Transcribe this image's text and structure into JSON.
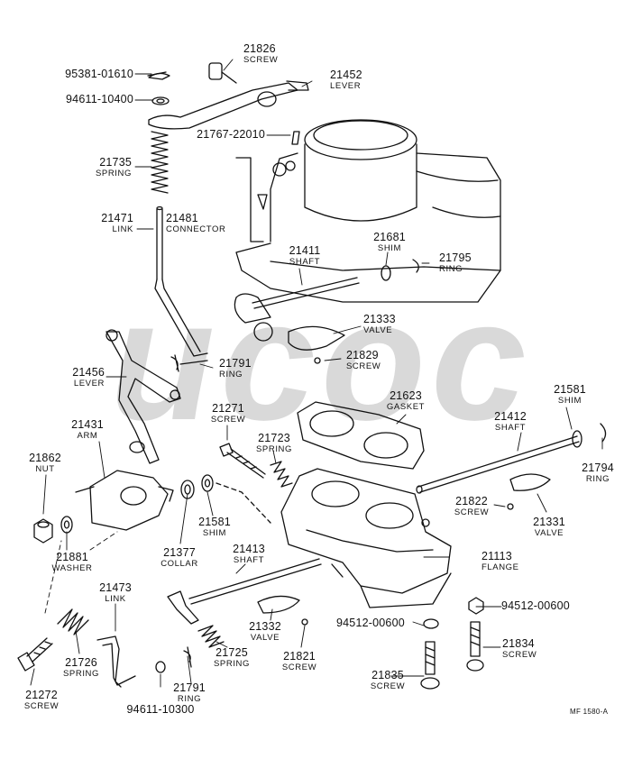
{
  "watermark": {
    "text": "ucoc",
    "color": "#d9d9d9"
  },
  "line_color": "#111111",
  "parts": {
    "p21826": {
      "number": "21826",
      "name": "SCREW"
    },
    "p95381": {
      "number": "95381-01610"
    },
    "p21452": {
      "number": "21452",
      "name": "LEVER"
    },
    "p94611a": {
      "number": "94611-10400"
    },
    "p21767": {
      "number": "21767-22010"
    },
    "p21735": {
      "number": "21735",
      "name": "SPRING"
    },
    "p21471": {
      "number": "21471",
      "name": "LINK"
    },
    "p21481": {
      "number": "21481",
      "name": "CONNECTOR"
    },
    "p21681": {
      "number": "21681",
      "name": "SHIM"
    },
    "p21411": {
      "number": "21411",
      "name": "SHAFT"
    },
    "p21795": {
      "number": "21795",
      "name": "RING"
    },
    "p21333": {
      "number": "21333",
      "name": "VALVE"
    },
    "p21829": {
      "number": "21829",
      "name": "SCREW"
    },
    "p21791a": {
      "number": "21791",
      "name": "RING"
    },
    "p21456": {
      "number": "21456",
      "name": "LEVER"
    },
    "p21623": {
      "number": "21623",
      "name": "GASKET"
    },
    "p21581a": {
      "number": "21581",
      "name": "SHIM"
    },
    "p21271": {
      "number": "21271",
      "name": "SCREW"
    },
    "p21412": {
      "number": "21412",
      "name": "SHAFT"
    },
    "p21431": {
      "number": "21431",
      "name": "ARM"
    },
    "p21723": {
      "number": "21723",
      "name": "SPRING"
    },
    "p21862": {
      "number": "21862",
      "name": "NUT"
    },
    "p21794": {
      "number": "21794",
      "name": "RING"
    },
    "p21822": {
      "number": "21822",
      "name": "SCREW"
    },
    "p21581b": {
      "number": "21581",
      "name": "SHIM"
    },
    "p21331": {
      "number": "21331",
      "name": "VALVE"
    },
    "p21377": {
      "number": "21377",
      "name": "COLLAR"
    },
    "p21881": {
      "number": "21881",
      "name": "WASHER"
    },
    "p21413": {
      "number": "21413",
      "name": "SHAFT"
    },
    "p21113": {
      "number": "21113",
      "name": "FLANGE"
    },
    "p21473": {
      "number": "21473",
      "name": "LINK"
    },
    "p94512a": {
      "number": "94512-00600"
    },
    "p94512b": {
      "number": "94512-00600"
    },
    "p21332": {
      "number": "21332",
      "name": "VALVE"
    },
    "p21726": {
      "number": "21726",
      "name": "SPRING"
    },
    "p21725": {
      "number": "21725",
      "name": "SPRING"
    },
    "p21821": {
      "number": "21821",
      "name": "SCREW"
    },
    "p21834": {
      "number": "21834",
      "name": "SCREW"
    },
    "p21835": {
      "number": "21835",
      "name": "SCREW"
    },
    "p21272": {
      "number": "21272",
      "name": "SCREW"
    },
    "p21791b": {
      "number": "21791",
      "name": "RING"
    },
    "p94611b": {
      "number": "94611-10300"
    }
  },
  "reference": "MF 1580-A"
}
